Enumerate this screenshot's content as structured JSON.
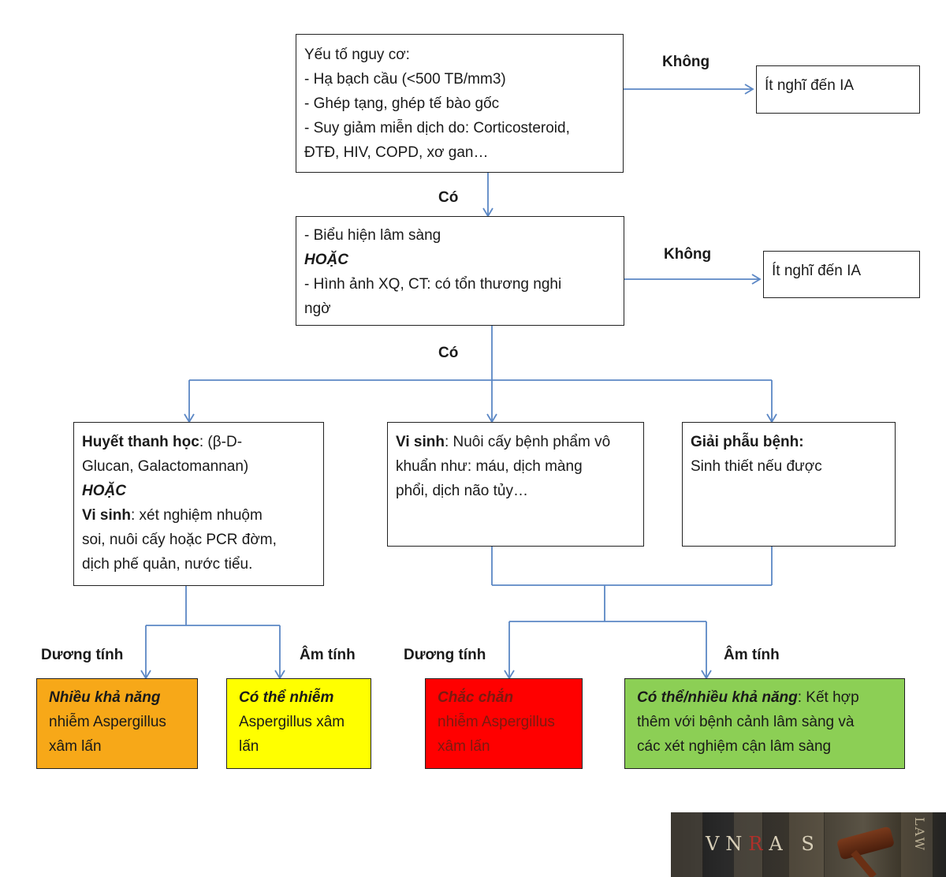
{
  "box1": {
    "title": "Yếu tố nguy cơ:",
    "items": [
      "- Hạ bạch cầu (<500 TB/mm3)",
      "- Ghép tạng, ghép tế bào gốc",
      "- Suy giảm miễn dịch do: Corticosteroid,"
    ],
    "cont": "ĐTĐ, HIV, COPD, xơ gan…"
  },
  "no1": {
    "label": "Không",
    "result": "Ít nghĩ đến IA"
  },
  "yes1": "Có",
  "box2": {
    "line1": "- Biểu hiện lâm sàng",
    "or": "HOẶC",
    "line2": "- Hình ảnh XQ, CT: có tổn thương nghi",
    "line3": "ngờ"
  },
  "no2": {
    "label": "Không",
    "result": "Ít nghĩ đến IA"
  },
  "yes2": "Có",
  "box3": {
    "bold1": "Huyết thanh học",
    "rest1": ": (β-D-",
    "line2": "Glucan, Galactomannan)",
    "or": "HOẶC",
    "bold2": "Vi sinh",
    "rest2": ": xét nghiệm nhuộm",
    "line5": "soi, nuôi cấy hoặc PCR đờm,",
    "line6": "dịch phế quản, nước tiểu."
  },
  "box4": {
    "bold": "Vi sinh",
    "rest": ": Nuôi cấy bệnh phẩm vô",
    "line2": "khuẩn như: máu, dịch màng",
    "line3": "phổi, dịch não tủy…"
  },
  "box5": {
    "title": "Giải phẫu bệnh:",
    "line2": "Sinh thiết nếu được"
  },
  "pos_left": "Dương tính",
  "neg_left": "Âm tính",
  "pos_right": "Dương tính",
  "neg_right": "Âm tính",
  "res1": {
    "em": "Nhiều khả năng",
    "line2": "nhiễm Aspergillus",
    "line3": "xâm lấn"
  },
  "res2": {
    "em": "Có thể nhiễm",
    "line2": "Aspergillus xâm",
    "line3": "lấn"
  },
  "res3": {
    "em": "Chắc chắn",
    "line2": "nhiễm Aspergillus",
    "line3": "xâm lấn"
  },
  "res4": {
    "em": "Có thể/nhiều khả năng",
    "rest": ": Kết hợp",
    "line2": "thêm với bệnh cảnh lâm sàng và",
    "line3": "các xét nghiệm cận lâm sàng"
  },
  "logo": {
    "letters": "VNRAS",
    "side": "LAW"
  },
  "colors": {
    "orange": "#f7a818",
    "yellow": "#ffff00",
    "red": "#ff0000",
    "green": "#8ccf55",
    "connector": "#5b87c5"
  }
}
